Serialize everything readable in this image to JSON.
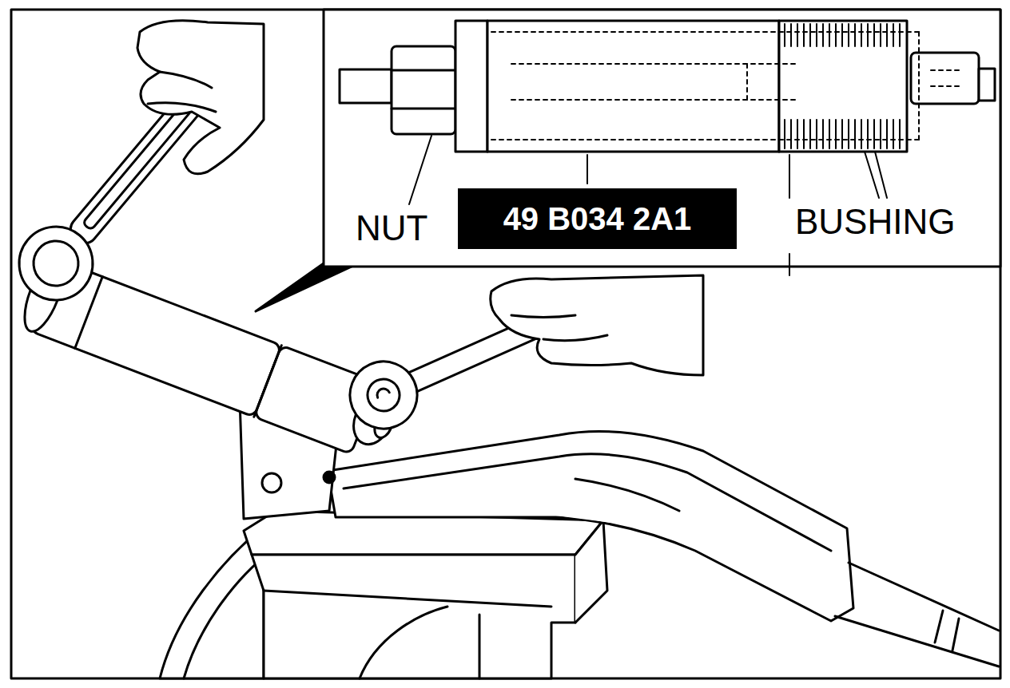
{
  "diagram": {
    "nodes": [
      {
        "text": [
          "49 B034 2A1"
        ]
      }
    ],
    "labels": [
      "NUT",
      "BUSHING"
    ]
  }
}
